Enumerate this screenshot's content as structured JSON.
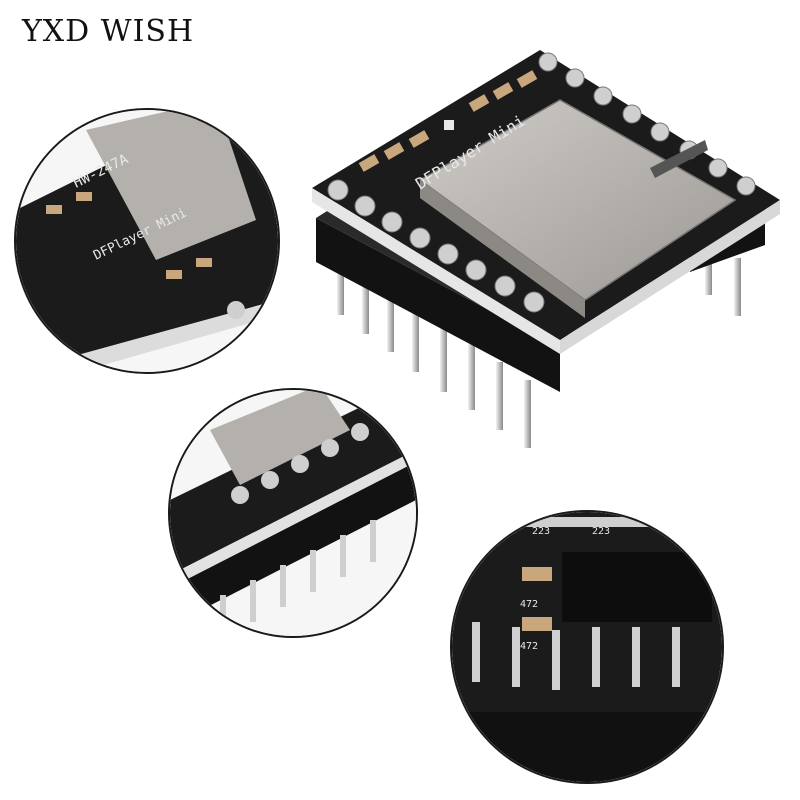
{
  "brand": {
    "logo_text": "YXD WISH"
  },
  "board": {
    "silkscreen_model": "DFPlayer Mini",
    "silkscreen_version": "HW-247A"
  },
  "zoom_details": {
    "resistor_codes": [
      "223",
      "223",
      "472",
      "472"
    ]
  },
  "colors": {
    "pcb": "#1b1b1b",
    "pcb_edge": "#e6e6e6",
    "card_slot": "#b9b6b2",
    "pin_metal": "#d2d2d2",
    "header_plastic": "#111111"
  }
}
